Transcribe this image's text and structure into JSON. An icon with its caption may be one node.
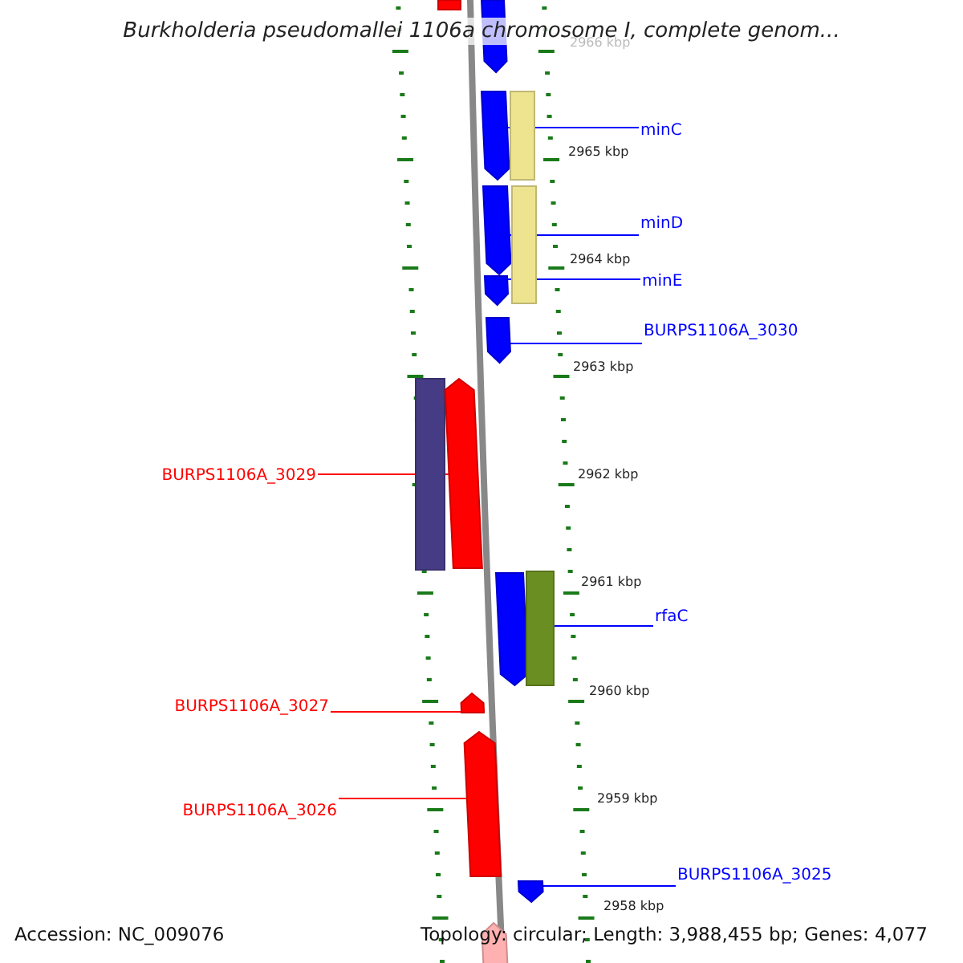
{
  "diagram": {
    "title": "Burkholderia pseudomallei 1106a chromosome I, complete genom...",
    "nodes": [
      {
        "text": [
          "minC"
        ]
      },
      {
        "text": [
          "minD"
        ]
      },
      {
        "text": [
          "minE"
        ]
      },
      {
        "text": [
          "BURPS1106A_3030"
        ]
      },
      {
        "text": [
          "BURPS1106A_3029"
        ]
      },
      {
        "text": [
          "rfaC"
        ]
      },
      {
        "text": [
          "BURPS1106A_3027"
        ]
      },
      {
        "text": [
          "BURPS1106A_3026"
        ]
      },
      {
        "text": [
          "BURPS1106A_3025"
        ]
      },
      {
        "text": [],
        "shape": "box"
      },
      {
        "text": [],
        "shape": "bar"
      },
      {
        "text": [],
        "shape": "bar"
      },
      {
        "text": [],
        "shape": "box"
      },
      {
        "text": [],
        "shape": "bar"
      },
      {
        "text": [],
        "shape": "box"
      },
      {
        "text": [],
        "shape": "bar"
      },
      {
        "text": [],
        "shape": "bar"
      },
      {
        "text": [],
        "shape": "box"
      },
      {
        "text": [],
        "shape": "bar"
      },
      {
        "text": [],
        "shape": "bar"
      },
      {
        "text": [],
        "shape": "box"
      },
      {
        "text": [],
        "shape": "bar"
      },
      {
        "text": [],
        "shape": "bar"
      },
      {
        "text": [],
        "shape": "bar"
      },
      {
        "text": [],
        "shape": "bar"
      }
    ],
    "edges": [
      {
        "from": 0,
        "to": 11,
        "arrow": "none"
      },
      {
        "from": 1,
        "to": 13,
        "arrow": "none"
      },
      {
        "from": 2,
        "to": 15,
        "arrow": "none"
      },
      {
        "from": 3,
        "to": 16,
        "arrow": "none"
      },
      {
        "from": 4,
        "to": 18,
        "arrow": "none",
        "color": "#ff0000"
      },
      {
        "from": 5,
        "to": 19,
        "arrow": "none"
      },
      {
        "from": 6,
        "to": 21,
        "arrow": "none",
        "color": "#ff0000"
      },
      {
        "from": 7,
        "to": 22,
        "arrow": "none",
        "color": "#ff0000"
      },
      {
        "from": 8,
        "to": 23,
        "arrow": "none"
      }
    ],
    "labels": [
      "2966 kbp",
      "2965 kbp",
      "2964 kbp",
      "2963 kbp",
      "2962 kbp",
      "2961 kbp",
      "2960 kbp",
      "2959 kbp",
      "2958 kbp",
      "Accession: NC_009076",
      "Topology: circular; Length: 3,988,455 bp; Genes: 4,077"
    ]
  }
}
